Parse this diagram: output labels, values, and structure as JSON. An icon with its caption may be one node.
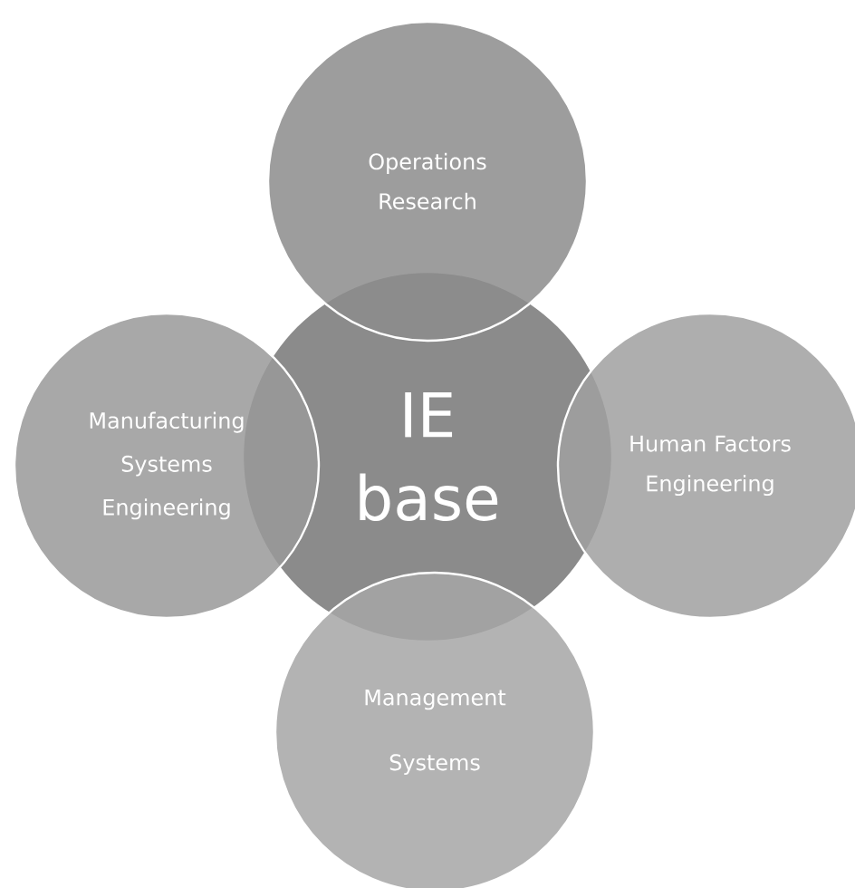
{
  "diagram": {
    "nodes": [
      {
        "text": [
          "Operations Research"
        ]
      },
      {
        "text": [
          "Manufacturing Systems Engineering"
        ]
      },
      {
        "text": [
          "IE base"
        ]
      },
      {
        "text": [
          "Human Factors Engineering"
        ]
      },
      {
        "text": [
          "Management Systems"
        ]
      }
    ]
  }
}
